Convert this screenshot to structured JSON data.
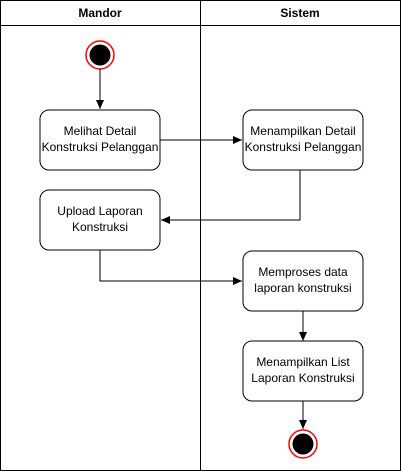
{
  "swimlanes": [
    {
      "id": "mandor",
      "title": "Mandor"
    },
    {
      "id": "sistem",
      "title": "Sistem"
    }
  ],
  "nodes": [
    {
      "id": "start",
      "type": "initial",
      "lane": "mandor"
    },
    {
      "id": "a1",
      "type": "action",
      "lane": "mandor",
      "lines": [
        "Melihat Detail",
        "Konstruksi Pelanggan"
      ]
    },
    {
      "id": "a2",
      "type": "action",
      "lane": "sistem",
      "lines": [
        "Menampilkan Detail",
        "Konstruksi Pelanggan"
      ]
    },
    {
      "id": "a3",
      "type": "action",
      "lane": "mandor",
      "lines": [
        "Upload Laporan",
        "Konstruksi"
      ]
    },
    {
      "id": "a4",
      "type": "action",
      "lane": "sistem",
      "lines": [
        "Memproses data",
        "laporan konstruksi"
      ]
    },
    {
      "id": "a5",
      "type": "action",
      "lane": "sistem",
      "lines": [
        "Menampilkan List",
        "Laporan Konstruksi"
      ]
    },
    {
      "id": "end",
      "type": "final",
      "lane": "sistem"
    }
  ],
  "edges": [
    {
      "from": "start",
      "to": "a1"
    },
    {
      "from": "a1",
      "to": "a2"
    },
    {
      "from": "a2",
      "to": "a3"
    },
    {
      "from": "a3",
      "to": "a4"
    },
    {
      "from": "a4",
      "to": "a5"
    },
    {
      "from": "a5",
      "to": "end"
    }
  ],
  "colors": {
    "stroke": "#000000",
    "node_fill": "#ffffff",
    "initial_ring": "#ff0000",
    "initial_core": "#000000"
  }
}
